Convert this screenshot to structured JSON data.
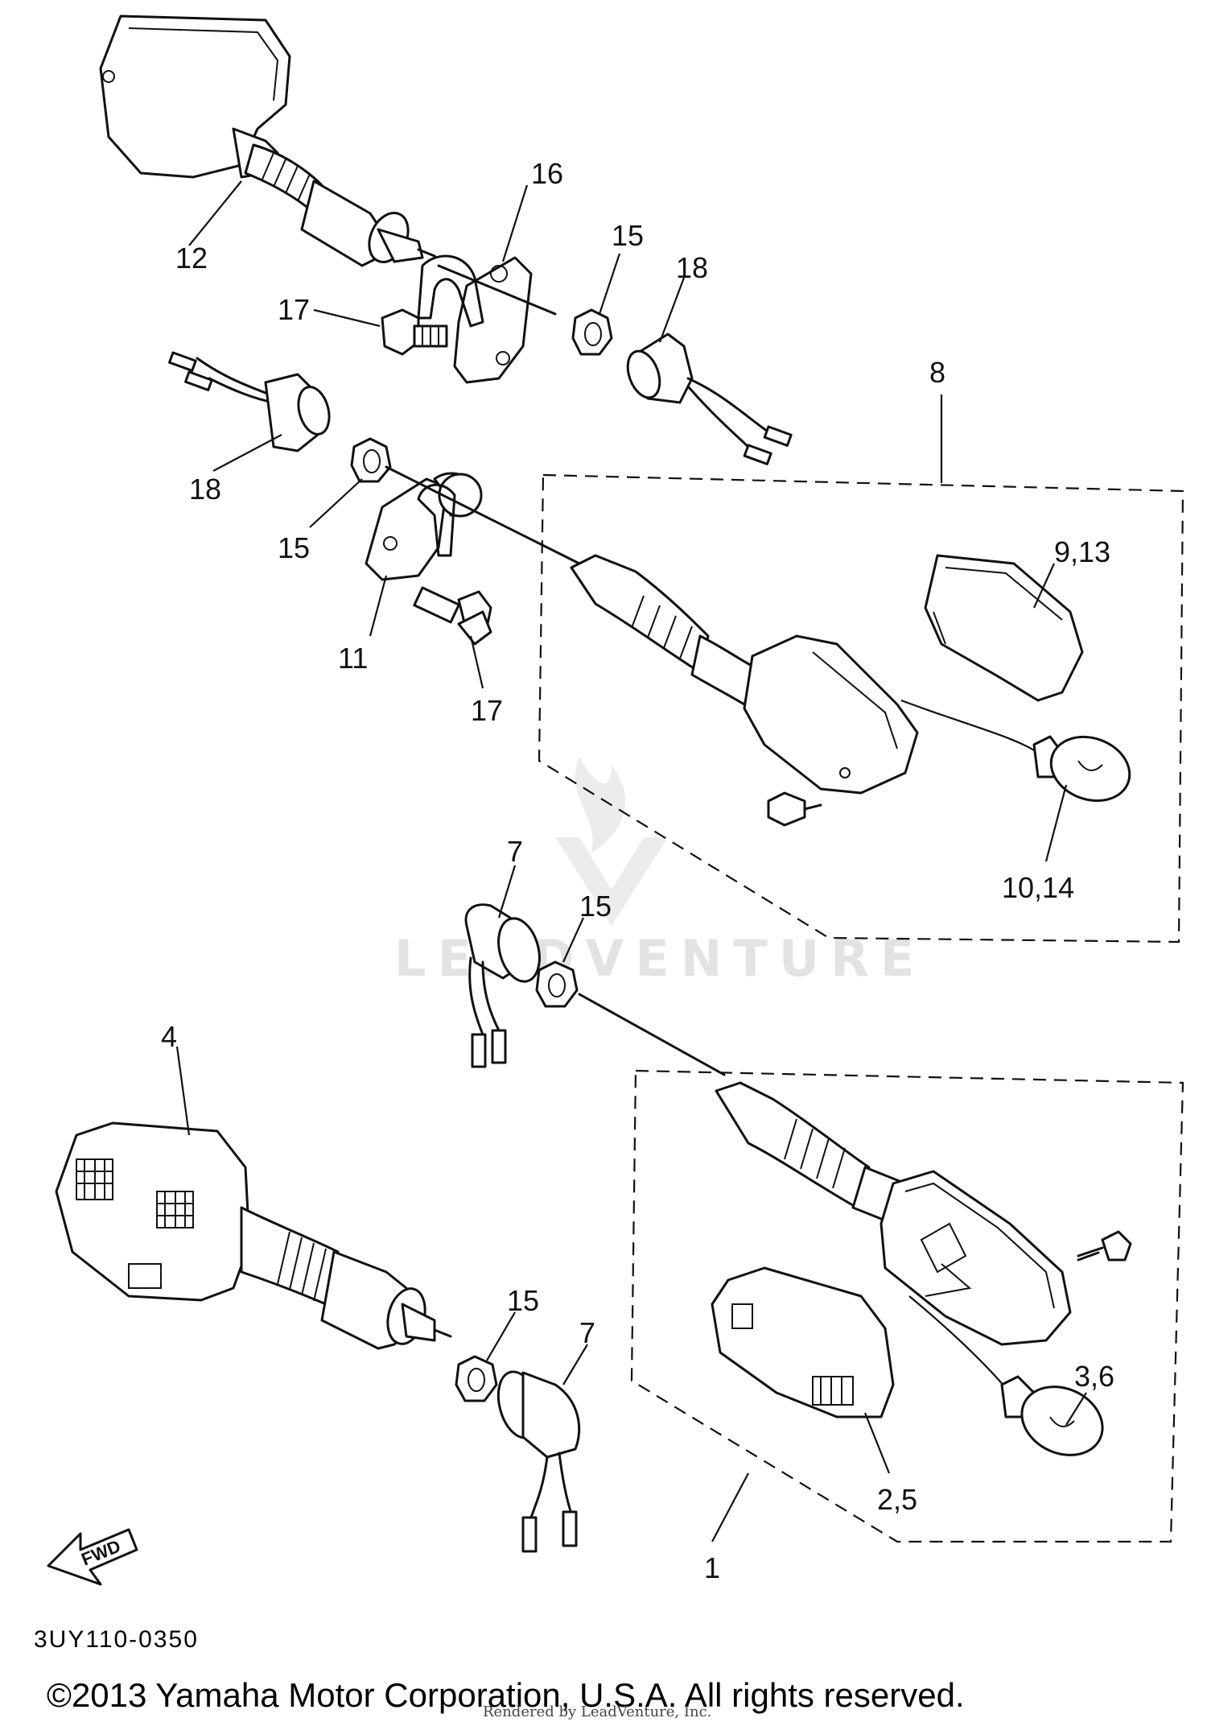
{
  "diagram": {
    "code": "3UY110-0350",
    "copyright": "©2013 Yamaha Motor Corporation, U.S.A. All rights reserved.",
    "rendered_by": "Rendered by LeadVenture, Inc.",
    "watermark": "LEADVENTURE",
    "fwd_label": "FWD"
  },
  "callouts": {
    "c12": "12",
    "c16": "16",
    "c15_a": "15",
    "c18_a": "18",
    "c17_a": "17",
    "c8": "8",
    "c18_b": "18",
    "c15_b": "15",
    "c9_13": "9,13",
    "c11": "11",
    "c17_b": "17",
    "c10_14": "10,14",
    "c7_a": "7",
    "c15_c": "15",
    "c4": "4",
    "c15_d": "15",
    "c7_b": "7",
    "c3_6": "3,6",
    "c2_5": "2,5",
    "c1": "1"
  }
}
